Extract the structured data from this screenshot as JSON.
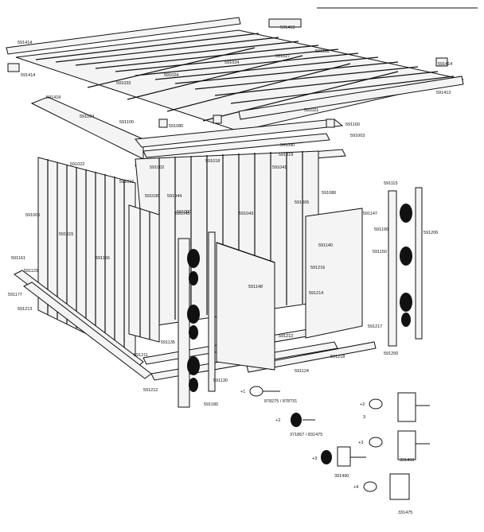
{
  "labels": {
    "l_591413": "591413",
    "l_591414_top": "591414",
    "l_591414_right": "591414",
    "l_591414_left": "591414",
    "l_591413b": "591413",
    "l_591418": "591418",
    "l_591024a": "591024",
    "l_591024b": "591024",
    "l_591027": "591027",
    "l_591102": "591102",
    "l_591033": "591033",
    "l_591021": "591021",
    "l_591004": "591004",
    "l_591100": "591100",
    "l_591080": "591080",
    "l_591160": "591160",
    "l_591090": "591090",
    "l_591003": "591003",
    "l_591019": "591019",
    "l_591002": "591002",
    "l_591018": "591018",
    "l_591022": "591022",
    "l_591041": "591041",
    "l_591016": "591016",
    "l_591006": "591006",
    "l_591015": "591015",
    "l_591161": "591161",
    "l_591177": "591177",
    "l_591036": "591036",
    "l_591044": "591044",
    "l_591086": "591086",
    "l_591065": "591065",
    "l_591043": "591043",
    "l_591045": "591045",
    "l_591147": "591147",
    "l_591129": "591129",
    "l_591156": "591156",
    "l_591213": "591213",
    "l_591212": "591212",
    "l_591211": "591211",
    "l_591135": "591135",
    "l_591148": "591148",
    "l_591216": "591216",
    "l_591214": "591214",
    "l_591217": "591217",
    "l_591250": "591250",
    "l_591206": "591206",
    "l_591115": "591115",
    "l_591212b": "591212",
    "l_591218": "591218",
    "l_591124": "591124",
    "l_591130": "591130",
    "l_591180": "591180",
    "l_591190": "591190",
    "l_591150": "591150",
    "l_591140": "591140",
    "l_591000": "591000",
    "l_hw1": "878275 / 878?31",
    "l_hw2": "371867 / 831475",
    "l_hw3": "391490",
    "l_hw4": "331450",
    "l_hw5": "331475",
    "l_c1": "+1",
    "l_c2": "+2",
    "l_c3": "+3",
    "l_c4": "+4",
    "l_c5": "3",
    "l_c6": "+3",
    "l_c7": "+2"
  },
  "colors": {
    "ink": "#111111",
    "paper": "#ffffff",
    "panel": "#f4f4f4"
  }
}
